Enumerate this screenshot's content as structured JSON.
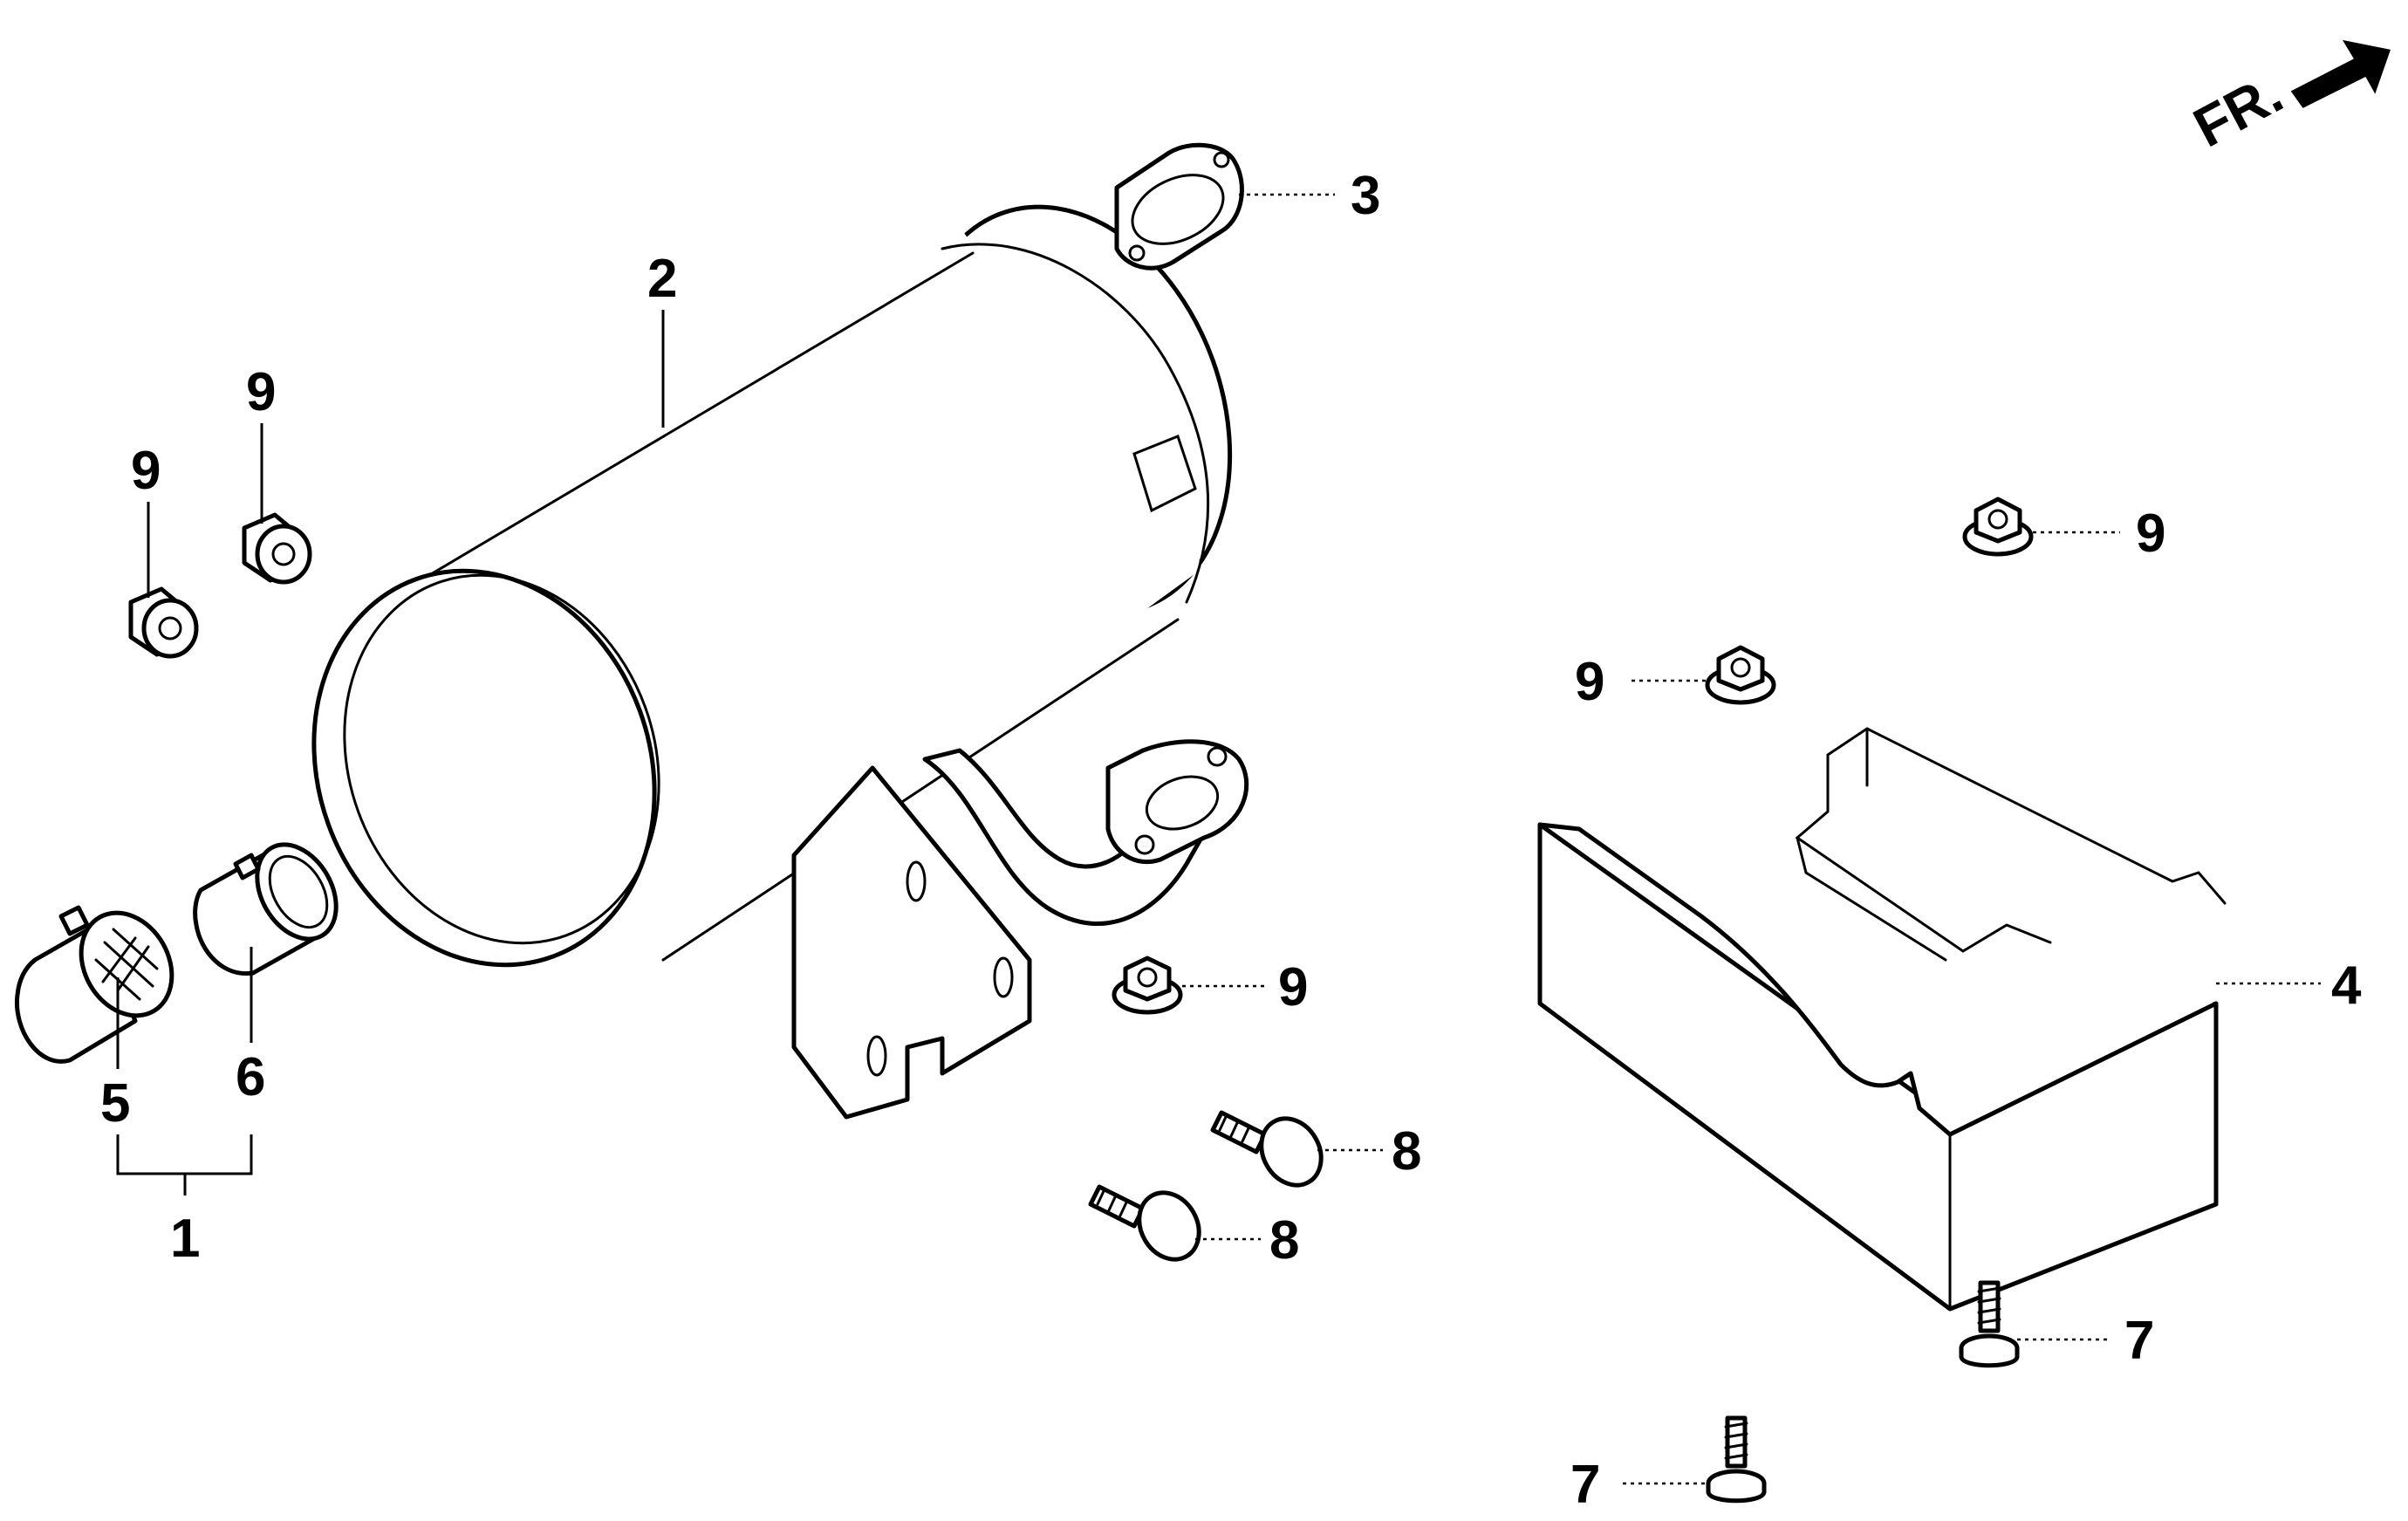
{
  "direction_marker": {
    "label": "FR."
  },
  "callouts": {
    "c1": "1",
    "c2": "2",
    "c3": "3",
    "c4": "4",
    "c5": "5",
    "c6": "6",
    "c7a": "7",
    "c7b": "7",
    "c8a": "8",
    "c8b": "8",
    "c9a": "9",
    "c9b": "9",
    "c9c": "9",
    "c9d": "9",
    "c9e": "9"
  }
}
